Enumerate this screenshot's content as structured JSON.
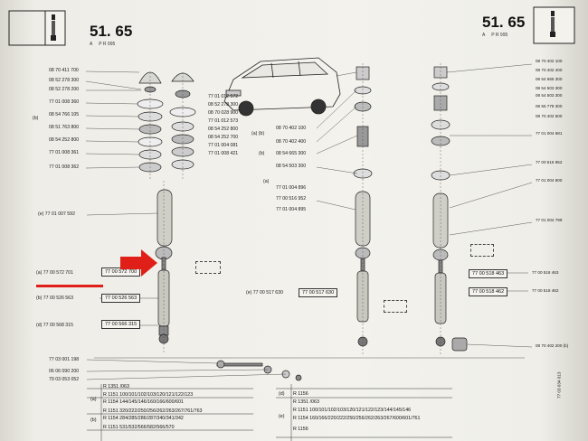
{
  "header": {
    "left": {
      "number": "51",
      "suffix": ". 65",
      "sub_a": "A",
      "sub_b": "P R 995"
    },
    "right": {
      "number": "51",
      "suffix": ". 65",
      "sub_a": "A",
      "sub_b": "P R 995"
    }
  },
  "left_column": {
    "part_numbers": [
      "08 70 411 700",
      "08 52 278 300",
      "08 52 278 200",
      "77 01 008 360",
      "08 54 766 105",
      "08 51 763 800",
      "08 54 252 800",
      "77 01 008 361",
      "77 01 008 362"
    ],
    "b_label": "(b)",
    "e_label": "(e) 77 01 007 592",
    "a_label": "(a) 77 00 572 701",
    "a_box": "77 00 572 700",
    "b2_label": "(b) 77 00 526 563",
    "b2_box": "77 00 526 563",
    "d_label": "(d) 77 00 568 315",
    "d_box": "77 00 566 315",
    "bottom": [
      "77 03 001 198",
      "06 06 090 200",
      "79 03 053 052"
    ]
  },
  "center_column": {
    "part_numbers": [
      "77 01 012 572",
      "08 52 278 300",
      "08 70 028 900",
      "77 01 012 573",
      "08 54 252 800",
      "08 54 252 700",
      "77 01 004 081",
      "77 01 008 421"
    ],
    "a_b_label": "(a) (b)",
    "a_label": "(a)",
    "b_label": "(b)"
  },
  "right_center": {
    "part_numbers": [
      "08 70 402 100",
      "08 70 402 400",
      "08 54 665 300",
      "08 54 503 300",
      "77 01 004 896",
      "77 00 516 952",
      "77 01 004 895"
    ],
    "a_label": "(a)",
    "e_label": "(e) 77 00 517 630",
    "e_box": "77 00 517 630"
  },
  "far_right": {
    "part_numbers_top": [
      "08 70 402 100",
      "08 70 402 400",
      "08 54 665 300",
      "08 54 503 300",
      "08 54 503 300",
      "08 55 778 300",
      "08 70 402 500",
      "77 01 004 681",
      "77 00 516 952",
      "77 01 004 800",
      "77 01 004 799"
    ],
    "box_a": "77 00 518 463",
    "box_b": "77 00 518 462",
    "label_a": "77 00 518 463",
    "label_b": "77 00 518 462",
    "bottom_right": "08 70 402 200 (b)",
    "bottom_right2": "77 03 034 013"
  },
  "table_left": {
    "rows": [
      {
        "key": "",
        "model": "R 1351",
        "codes": "/063"
      },
      {
        "key": "(a)",
        "model": "R 1151",
        "codes": "100/101/102/103/120/121/122/123"
      },
      {
        "key": "",
        "model": "R 1154",
        "codes": "144/145/146/160/166/600/601"
      },
      {
        "key": "",
        "model": "R 1151",
        "codes": "320/222/250/256/262/263/267/761/763"
      },
      {
        "key": "(b)",
        "model": "R 1154",
        "codes": "284/285/286/287/340/341/342"
      },
      {
        "key": "",
        "model": "R 1151",
        "codes": "531/532/566/582/566/570"
      }
    ]
  },
  "table_right": {
    "rows": [
      {
        "key": "(d)",
        "model": "R 1156",
        "codes": ""
      },
      {
        "key": "",
        "model": "R 1351",
        "codes": "/063"
      },
      {
        "key": "(e)",
        "model": "R 1151",
        "codes": "100/101/102/103/120/121/122/123/144/145/146"
      },
      {
        "key": "",
        "model": "R 1154",
        "codes": "160/166/220/222/250/256/262/263/267/600/601/761"
      },
      {
        "key": "",
        "model": "R 1156",
        "codes": ""
      }
    ]
  },
  "colors": {
    "arrow": "#e02018",
    "underline": "#e02018",
    "ink": "#1a1a1a",
    "paper": "#f3f2ec"
  }
}
